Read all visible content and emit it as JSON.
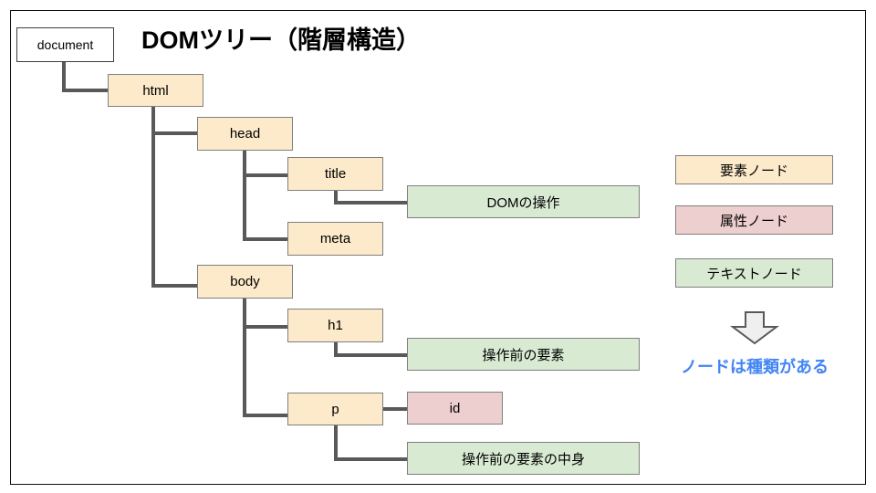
{
  "slide": {
    "title": "DOMツリー（階層構造）",
    "background": "#ffffff",
    "border_color": "#111111"
  },
  "colors": {
    "element_node_fill": "#fdeacb",
    "attribute_node_fill": "#eecfcf",
    "text_node_fill": "#d9ead3",
    "document_node_fill": "#ffffff",
    "box_border": "#7f7f7f",
    "connector": "#595959",
    "conclusion_text": "#4285f4",
    "arrow_fill": "#efefef",
    "arrow_border": "#595959"
  },
  "tree": {
    "nodes": [
      {
        "id": "document",
        "label": "document",
        "kind": "document"
      },
      {
        "id": "html",
        "label": "html",
        "kind": "element"
      },
      {
        "id": "head",
        "label": "head",
        "kind": "element"
      },
      {
        "id": "title",
        "label": "title",
        "kind": "element"
      },
      {
        "id": "title_text",
        "label": "DOMの操作",
        "kind": "text"
      },
      {
        "id": "meta",
        "label": "meta",
        "kind": "element"
      },
      {
        "id": "body",
        "label": "body",
        "kind": "element"
      },
      {
        "id": "h1",
        "label": "h1",
        "kind": "element"
      },
      {
        "id": "h1_text",
        "label": "操作前の要素",
        "kind": "text"
      },
      {
        "id": "p",
        "label": "p",
        "kind": "element"
      },
      {
        "id": "p_attr",
        "label": "id",
        "kind": "attribute"
      },
      {
        "id": "p_text",
        "label": "操作前の要素の中身",
        "kind": "text"
      }
    ]
  },
  "legend": {
    "items": [
      {
        "label": "要素ノード",
        "kind": "element"
      },
      {
        "label": "属性ノード",
        "kind": "attribute"
      },
      {
        "label": "テキストノード",
        "kind": "text"
      }
    ],
    "arrow": "down-arrow",
    "conclusion": "ノードは種類がある"
  }
}
